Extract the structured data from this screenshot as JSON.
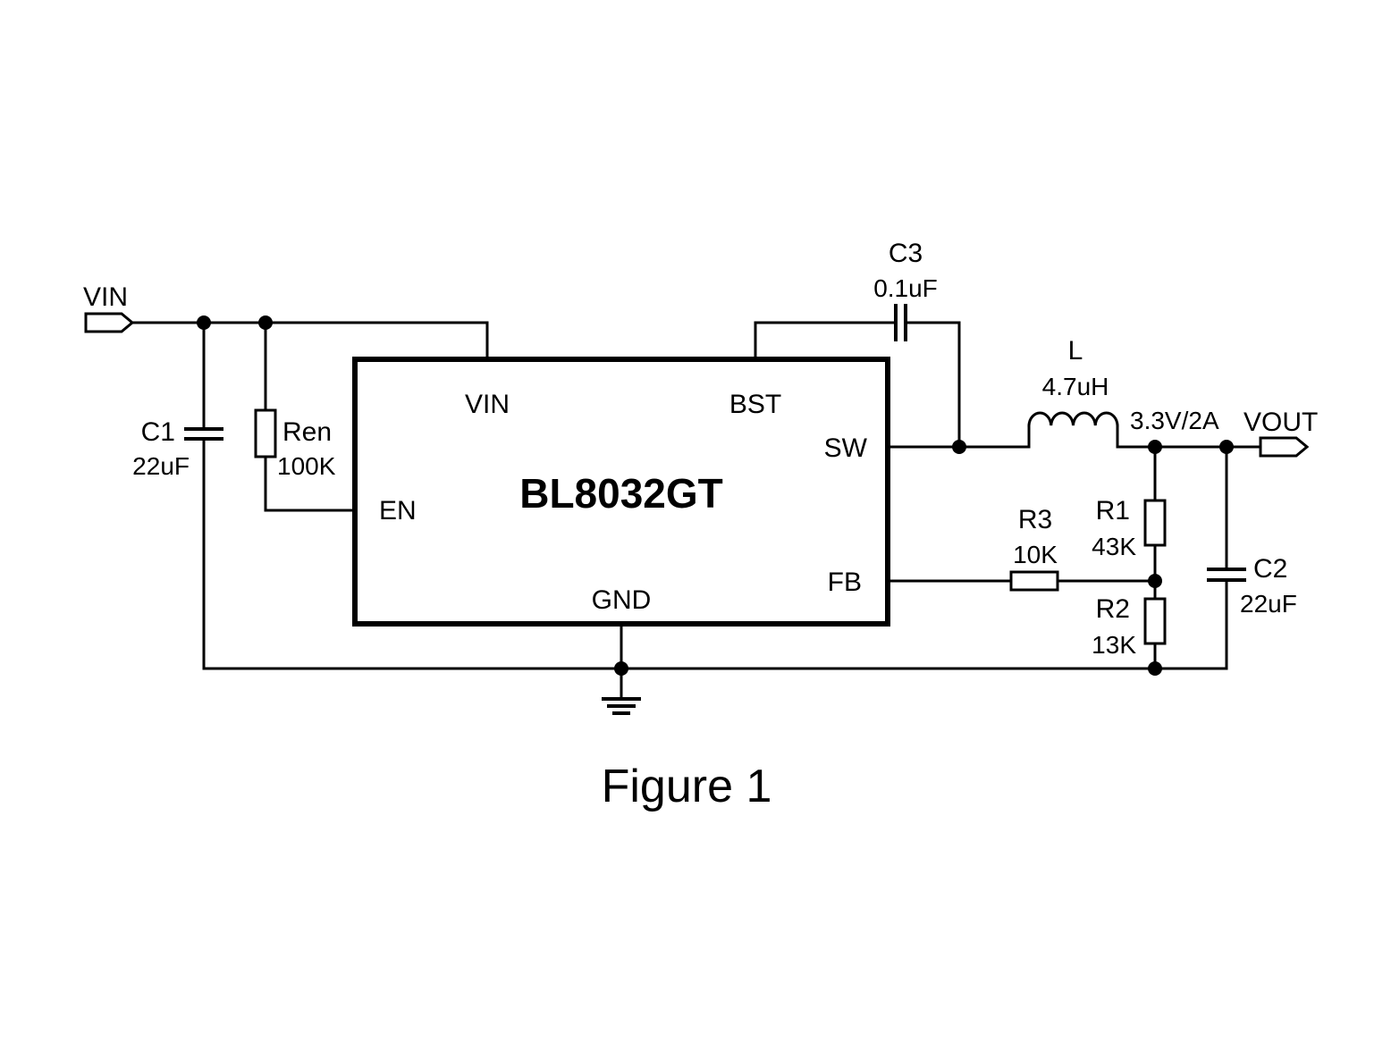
{
  "chip": {
    "name": "BL8032GT",
    "pins": {
      "vin": "VIN",
      "bst": "BST",
      "sw": "SW",
      "en": "EN",
      "fb": "FB",
      "gnd": "GND"
    }
  },
  "ports": {
    "input": "VIN",
    "output": "VOUT"
  },
  "output_rating": "3.3V/2A",
  "components": {
    "c1": {
      "ref": "C1",
      "value": "22uF"
    },
    "ren": {
      "ref": "Ren",
      "value": "100K"
    },
    "c3": {
      "ref": "C3",
      "value": "0.1uF"
    },
    "l": {
      "ref": "L",
      "value": "4.7uH"
    },
    "r1": {
      "ref": "R1",
      "value": "43K"
    },
    "r2": {
      "ref": "R2",
      "value": "13K"
    },
    "r3": {
      "ref": "R3",
      "value": "10K"
    },
    "c2": {
      "ref": "C2",
      "value": "22uF"
    }
  },
  "caption": "Figure 1"
}
